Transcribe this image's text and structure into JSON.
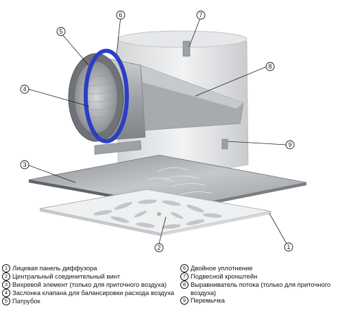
{
  "callouts": [
    "1",
    "2",
    "3",
    "4",
    "5",
    "6",
    "7",
    "8",
    "9"
  ],
  "legend_left": [
    {
      "num": "1",
      "text": "Лицевая панель диффузора"
    },
    {
      "num": "2",
      "text": "Центральный соединительный винт"
    },
    {
      "num": "3",
      "text": "Вихревой элемент (только для приточного воздуха)"
    },
    {
      "num": "4",
      "text": "Заслонка клапана для балансировки расхода воздуха"
    },
    {
      "num": "5",
      "text": "Патрубок"
    }
  ],
  "legend_right": [
    {
      "num": "6",
      "text": "Двойное уплотнение"
    },
    {
      "num": "7",
      "text": "Подвесной кронштейн"
    },
    {
      "num": "8",
      "text": "Выравниватель потока (только для приточного воздуха)"
    },
    {
      "num": "9",
      "text": "Перемычка"
    }
  ],
  "colors": {
    "seal": "#2a3fc4",
    "metal": "#b9bcc0",
    "panel": "#eef0f1"
  }
}
